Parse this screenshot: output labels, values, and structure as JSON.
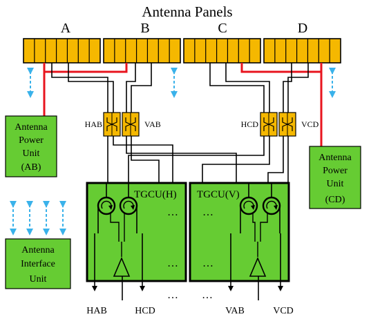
{
  "title": "Antenna Panels",
  "panels": [
    {
      "letter": "A"
    },
    {
      "letter": "B"
    },
    {
      "letter": "C"
    },
    {
      "letter": "D"
    }
  ],
  "hybrids": {
    "left": {
      "label_left": "HAB",
      "label_right": "VAB"
    },
    "right": {
      "label_left": "HCD",
      "label_right": "VCD"
    }
  },
  "power_ab": {
    "line1": "Antenna",
    "line2": "Power",
    "line3": "Unit",
    "line4": "(AB)"
  },
  "power_cd": {
    "line1": "Antenna",
    "line2": "Power",
    "line3": "Unit",
    "line4": "(CD)"
  },
  "interface_unit": {
    "line1": "Antenna",
    "line2": "Interface",
    "line3": "Unit"
  },
  "tgcu_h": {
    "label": "TGCU(H)"
  },
  "tgcu_v": {
    "label": "TGCU(V)"
  },
  "ellipsis": "…",
  "outputs": {
    "hab": "HAB",
    "hcd": "HCD",
    "vab": "VAB",
    "vcd": "VCD"
  },
  "colors": {
    "panel_fill": "#f5b800",
    "box_fill": "#66cc33",
    "red_line": "#e8141e",
    "arrow_blue": "#3ab2ea"
  }
}
